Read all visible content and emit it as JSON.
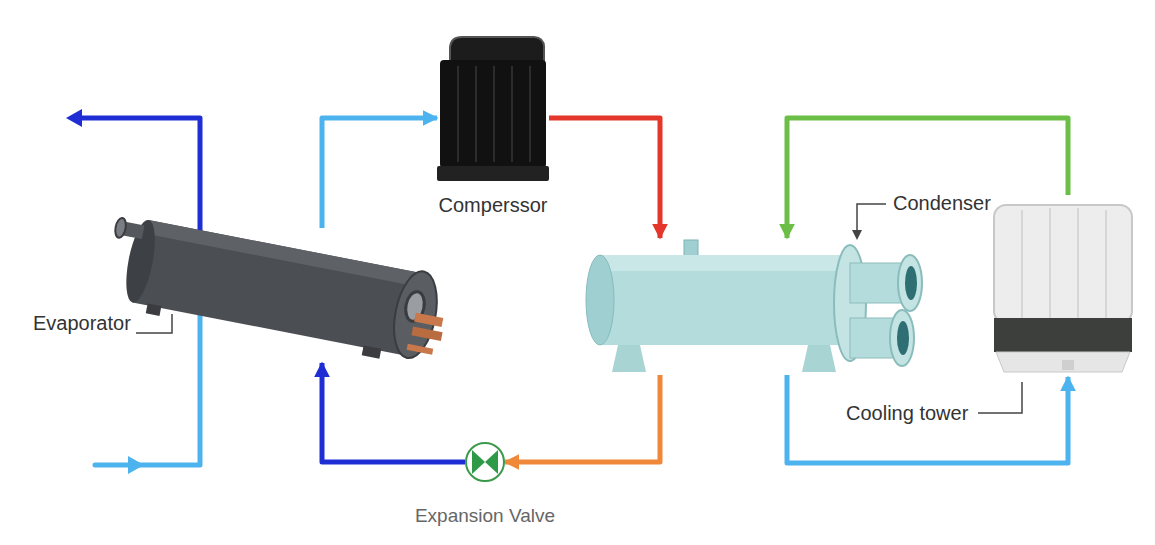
{
  "diagram": {
    "nodes": [
      {
        "text": [
          "Comperssor"
        ]
      },
      {
        "text": [
          "Condenser"
        ]
      },
      {
        "text": [
          "Evaporator"
        ]
      },
      {
        "text": [
          "Cooling tower"
        ]
      },
      {
        "text": [
          "Expansion Valve"
        ]
      }
    ],
    "edges": [
      {
        "from": 2,
        "to": 0,
        "arrow": "to"
      },
      {
        "from": 0,
        "to": 1,
        "arrow": "to"
      },
      {
        "from": 1,
        "to": 4,
        "arrow": "to"
      },
      {
        "from": 4,
        "to": 2,
        "arrow": "to"
      },
      {
        "from": 3,
        "to": 1,
        "arrow": "to"
      },
      {
        "from": 1,
        "to": 3,
        "arrow": "to"
      }
    ]
  }
}
